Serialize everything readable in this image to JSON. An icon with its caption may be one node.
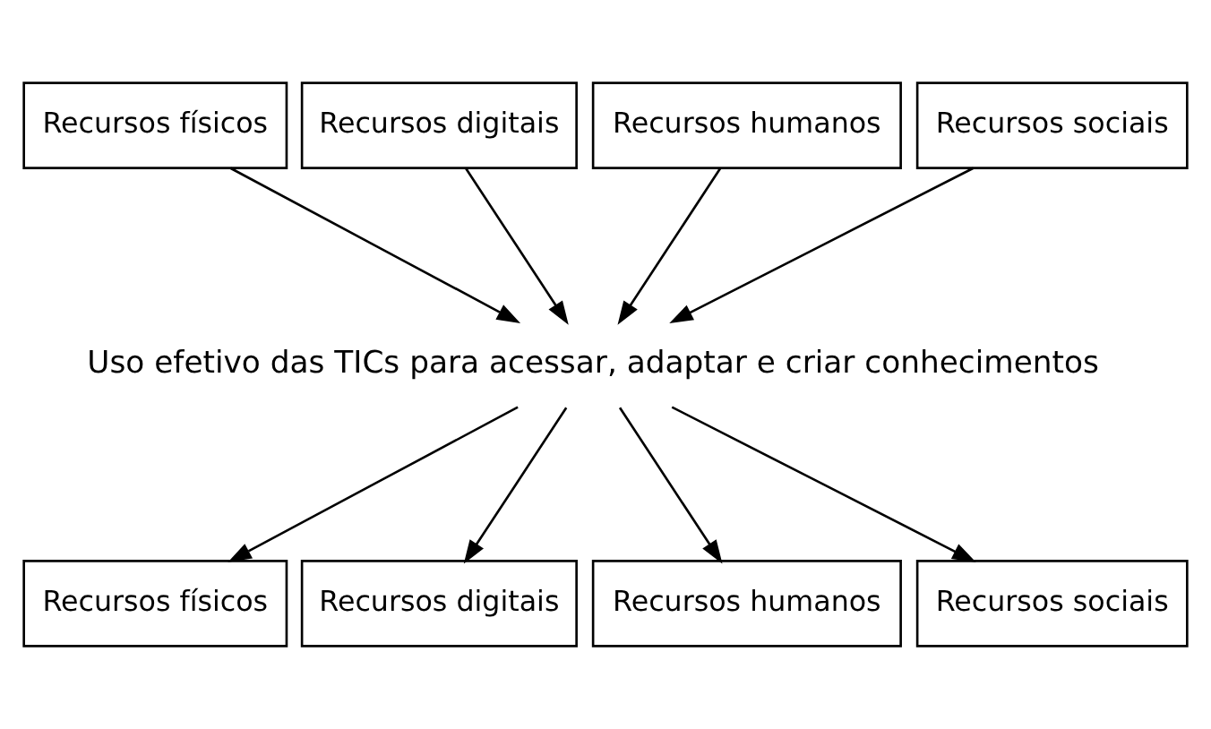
{
  "diagram": {
    "nodes": [
      {
        "text": [
          "Recursos físicos"
        ]
      },
      {
        "text": [
          "Recursos digitais"
        ]
      },
      {
        "text": [
          "Recursos humanos"
        ]
      },
      {
        "text": [
          "Recursos sociais"
        ]
      },
      {
        "text": [
          "Uso efetivo das TICs para acessar, adaptar e criar conhecimentos"
        ]
      },
      {
        "text": [
          "Recursos físicos"
        ]
      },
      {
        "text": [
          "Recursos digitais"
        ]
      },
      {
        "text": [
          "Recursos humanos"
        ]
      },
      {
        "text": [
          "Recursos sociais"
        ]
      }
    ],
    "edges": [
      {
        "from": 0,
        "to": 4,
        "arrow": "to"
      },
      {
        "from": 1,
        "to": 4,
        "arrow": "to"
      },
      {
        "from": 2,
        "to": 4,
        "arrow": "to"
      },
      {
        "from": 3,
        "to": 4,
        "arrow": "to"
      },
      {
        "from": 4,
        "to": 5,
        "arrow": "to"
      },
      {
        "from": 4,
        "to": 6,
        "arrow": "to"
      },
      {
        "from": 4,
        "to": 7,
        "arrow": "to"
      },
      {
        "from": 4,
        "to": 8,
        "arrow": "to"
      }
    ]
  }
}
